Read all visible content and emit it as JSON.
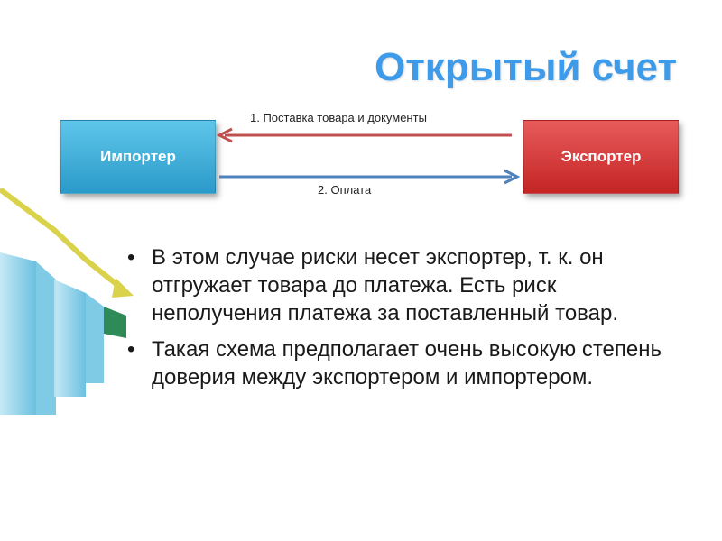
{
  "slide": {
    "title": "Открытый счет",
    "boxes": {
      "importer": "Импортер",
      "exporter": "Экспортер"
    },
    "flows": {
      "goods": "1. Поставка товара и документы",
      "payment": "2. Оплата"
    },
    "bullets": [
      "В этом случае риски несет экспортер, т. к. он отгружает товара до платежа. Есть риск неполучения платежа за поставленный товар.",
      "Такая схема предполагает очень высокую степень доверия между экспортером и импортером."
    ]
  },
  "colors": {
    "title": "#3d9be9",
    "importer_box": "#2a9ac9",
    "exporter_box": "#c42424",
    "goods_arrow": "#c0504d",
    "payment_arrow": "#4f81bd"
  }
}
